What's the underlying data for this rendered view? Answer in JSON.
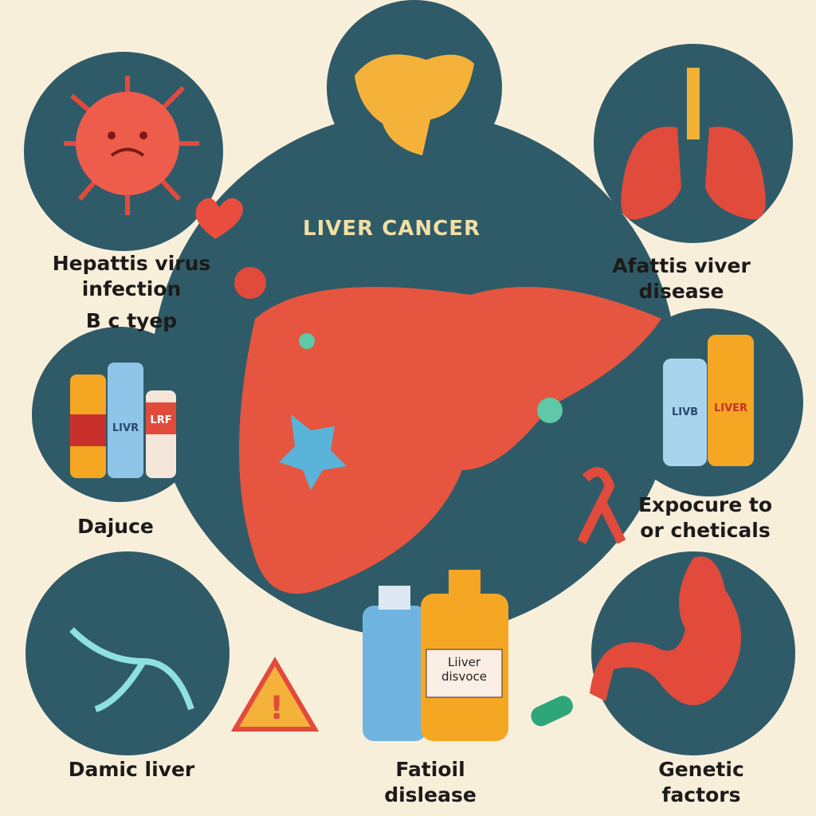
{
  "title": "LIVER CANCER",
  "labels": {
    "hepatitis_line1": "Hepattis virus",
    "hepatitis_line2": "infection",
    "hepatitis_line3": "B  c  tyep",
    "fatty_line1": "Afattis viver",
    "fatty_line2": "disease",
    "alcohol": "Dajuce",
    "exposure_line1": "Expocure to",
    "exposure_line2": "or cheticals",
    "damic": "Damic liver",
    "fatioil": "Fatioil dislease",
    "genetic": "Genetic factors"
  },
  "bottle_labels": {
    "left_blue": "LIVR",
    "left_white": "LRF",
    "right_blue": "LIVB",
    "right_orange": "LIVER",
    "bottom_orange_line1": "Liiver",
    "bottom_orange_line2": "disvoce"
  },
  "colors": {
    "background": "#f8efdb",
    "circle": "#2f5b68",
    "liver": "#e5553f",
    "accent": "#f5b23a"
  }
}
